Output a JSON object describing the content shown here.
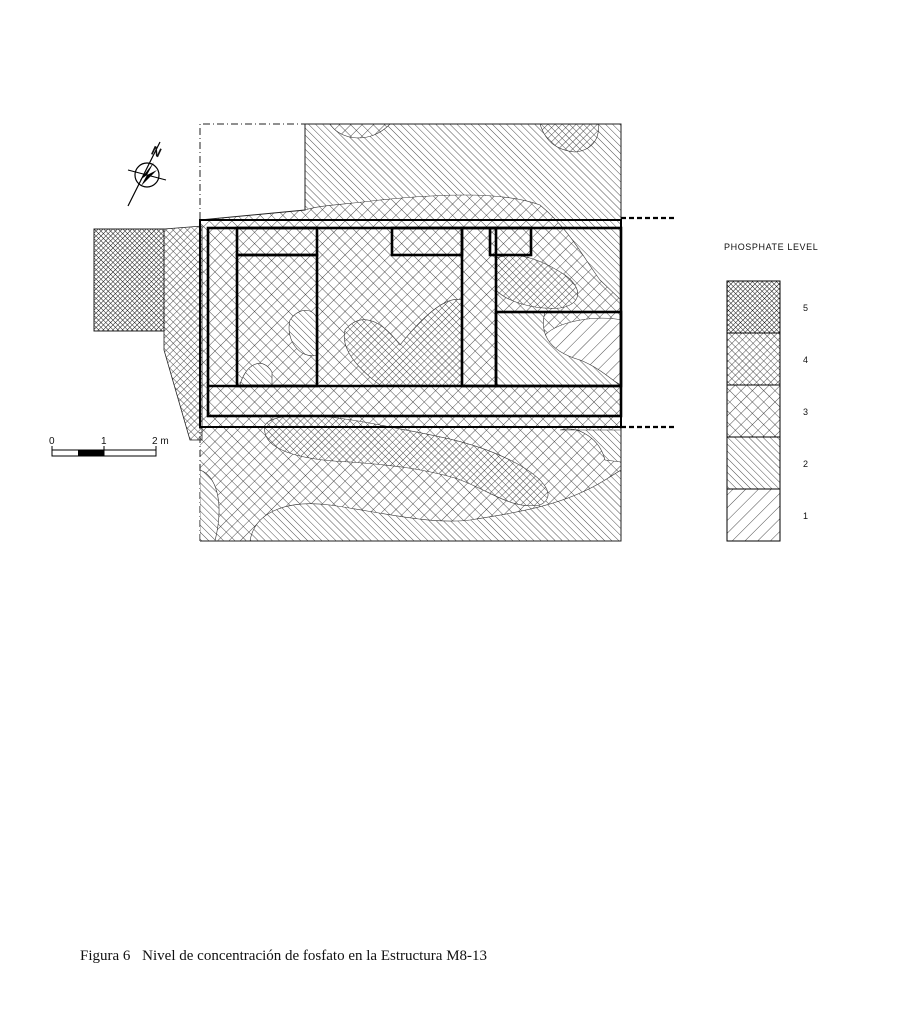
{
  "north_label": "N",
  "scale_bar": {
    "ticks": [
      "0",
      "1",
      "2 m"
    ]
  },
  "legend": {
    "title": "PHOSPHATE LEVEL",
    "levels": [
      {
        "label": "5",
        "pattern": "dense-crosshatch"
      },
      {
        "label": "4",
        "pattern": "crosshatch"
      },
      {
        "label": "3",
        "pattern": "open-crosshatch"
      },
      {
        "label": "2",
        "pattern": "dense-diagonal"
      },
      {
        "label": "1",
        "pattern": "sparse-diagonal"
      }
    ]
  },
  "caption": {
    "number": "Figura 6",
    "text": "Nivel de concentración de fosfato en la Estructura M8-13"
  },
  "colors": {
    "ink": "#111111",
    "paper": "#ffffff"
  }
}
